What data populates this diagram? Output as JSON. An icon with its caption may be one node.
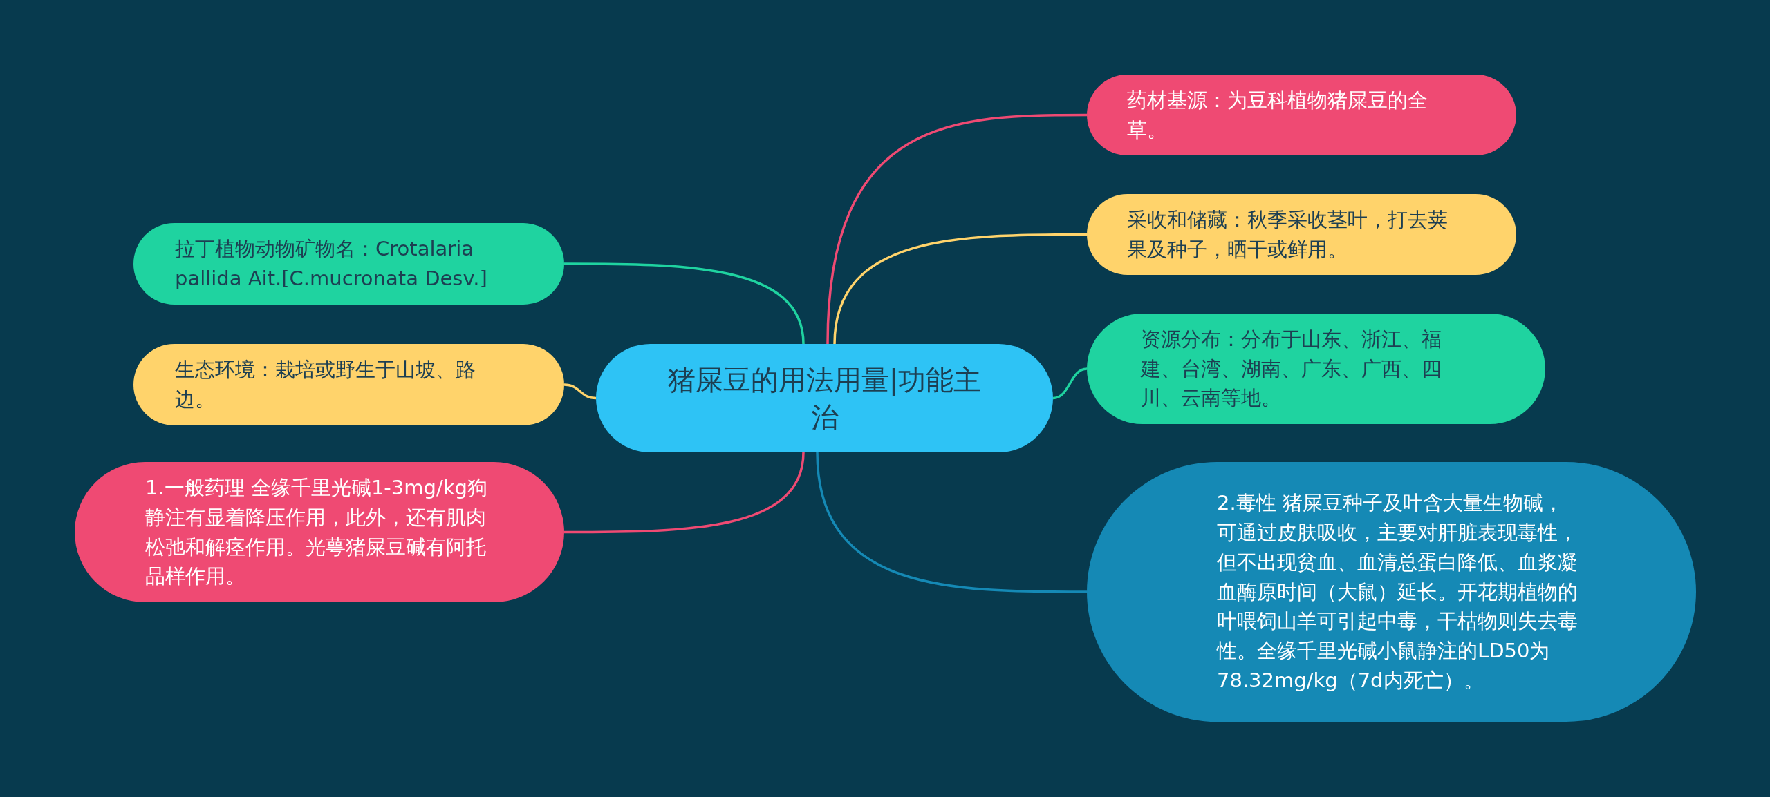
{
  "diagram": {
    "nodes": [
      {
        "text": [
          "猪屎豆的用法用量|功能主治"
        ]
      },
      {
        "text": [
          "拉丁植物动物矿物名：Crotalaria pallida Ait.[C.mucronata Desv.]"
        ]
      },
      {
        "text": [
          "生态环境：栽培或野生于山坡、路边。"
        ]
      },
      {
        "text": [
          "1.一般药理 全缘千里光碱1-3mg/kg狗静注有显着降压作用，此外，还有肌肉松弛和解痉作用。光萼猪屎豆碱有阿托品样作用。"
        ]
      },
      {
        "text": [
          "药材基源：为豆科植物猪屎豆的全草。"
        ]
      },
      {
        "text": [
          "采收和储藏：秋季采收茎叶，打去荚果及种子，晒干或鲜用。"
        ]
      },
      {
        "text": [
          "资源分布：分布于山东、浙江、福建、台湾、湖南、广东、广西、四川、云南等地。"
        ]
      },
      {
        "text": [
          "2.毒性 猪屎豆种子及叶含大量生物碱，可通过皮肤吸收，主要对肝脏表现毒性，但不出现贫血、血清总蛋白降低、血浆凝血酶原时间（大鼠）延长。开花期植物的叶喂饲山羊可引起中毒，干枯物则失去毒性。全缘千里光碱小鼠静注的LD50为78.32mg/kg（7d内死亡）。"
        ]
      }
    ],
    "edges": [
      {
        "from": 0,
        "to": 1,
        "arrow": "none",
        "color": "#1fd3a0"
      },
      {
        "from": 0,
        "to": 2,
        "arrow": "none",
        "color": "#ffd36b"
      },
      {
        "from": 0,
        "to": 3,
        "arrow": "none",
        "color": "#ef4a73"
      },
      {
        "from": 0,
        "to": 4,
        "arrow": "none",
        "color": "#ef4a73"
      },
      {
        "from": 0,
        "to": 5,
        "arrow": "none",
        "color": "#ffd36b"
      },
      {
        "from": 0,
        "to": 6,
        "arrow": "none",
        "color": "#1fd3a0"
      },
      {
        "from": 0,
        "to": 7,
        "arrow": "none",
        "color": "#1589b5"
      }
    ]
  }
}
